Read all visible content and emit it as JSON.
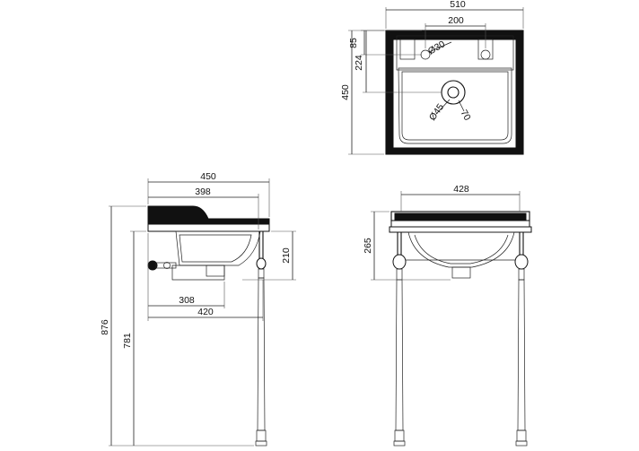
{
  "plan_view": {
    "width": "510",
    "tap_spacing": "200",
    "depth": "450",
    "tap_offset": "85",
    "waste_offset": "224",
    "tap_hole": "Ø30",
    "waste_hole": "Ø45",
    "waste_ring": "70"
  },
  "side_view": {
    "depth": "450",
    "top_depth": "398",
    "bowl_height": "210",
    "trap_depth": "308",
    "leg_depth": "420",
    "overall_height": "876",
    "rim_height": "781"
  },
  "front_view": {
    "inner_width": "428",
    "frame_height": "265"
  }
}
